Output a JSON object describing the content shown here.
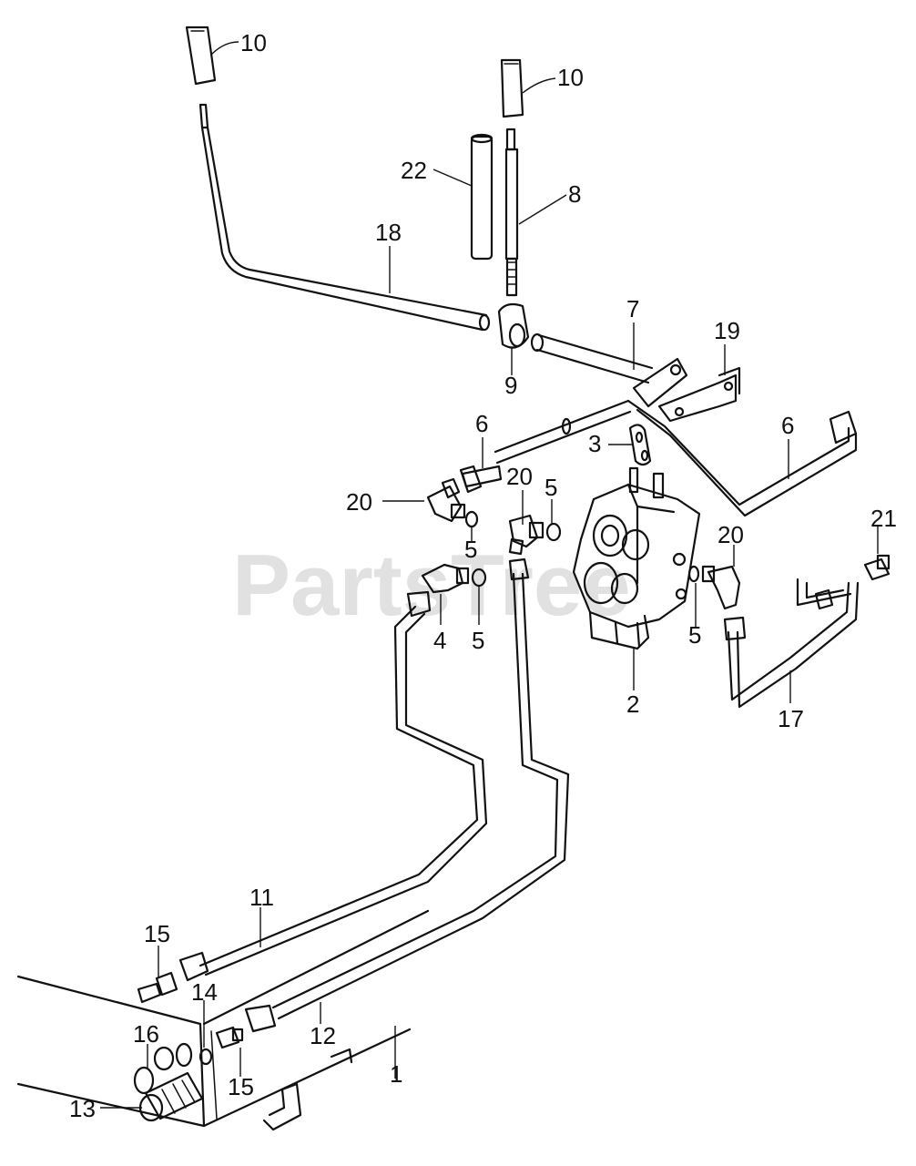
{
  "watermark": "PartsTree",
  "callouts": {
    "c10a": "10",
    "c10b": "10",
    "c22": "22",
    "c8": "8",
    "c18": "18",
    "c7": "7",
    "c19": "19",
    "c9": "9",
    "c6a": "6",
    "c6b": "6",
    "c3": "3",
    "c20a": "20",
    "c20b": "20",
    "c20c": "20",
    "c5a": "5",
    "c5b": "5",
    "c5c": "5",
    "c5d": "5",
    "c21": "21",
    "c4": "4",
    "c2": "2",
    "c17": "17",
    "c11": "11",
    "c15a": "15",
    "c15b": "15",
    "c14": "14",
    "c16": "16",
    "c12": "12",
    "c1": "1",
    "c13": "13"
  }
}
